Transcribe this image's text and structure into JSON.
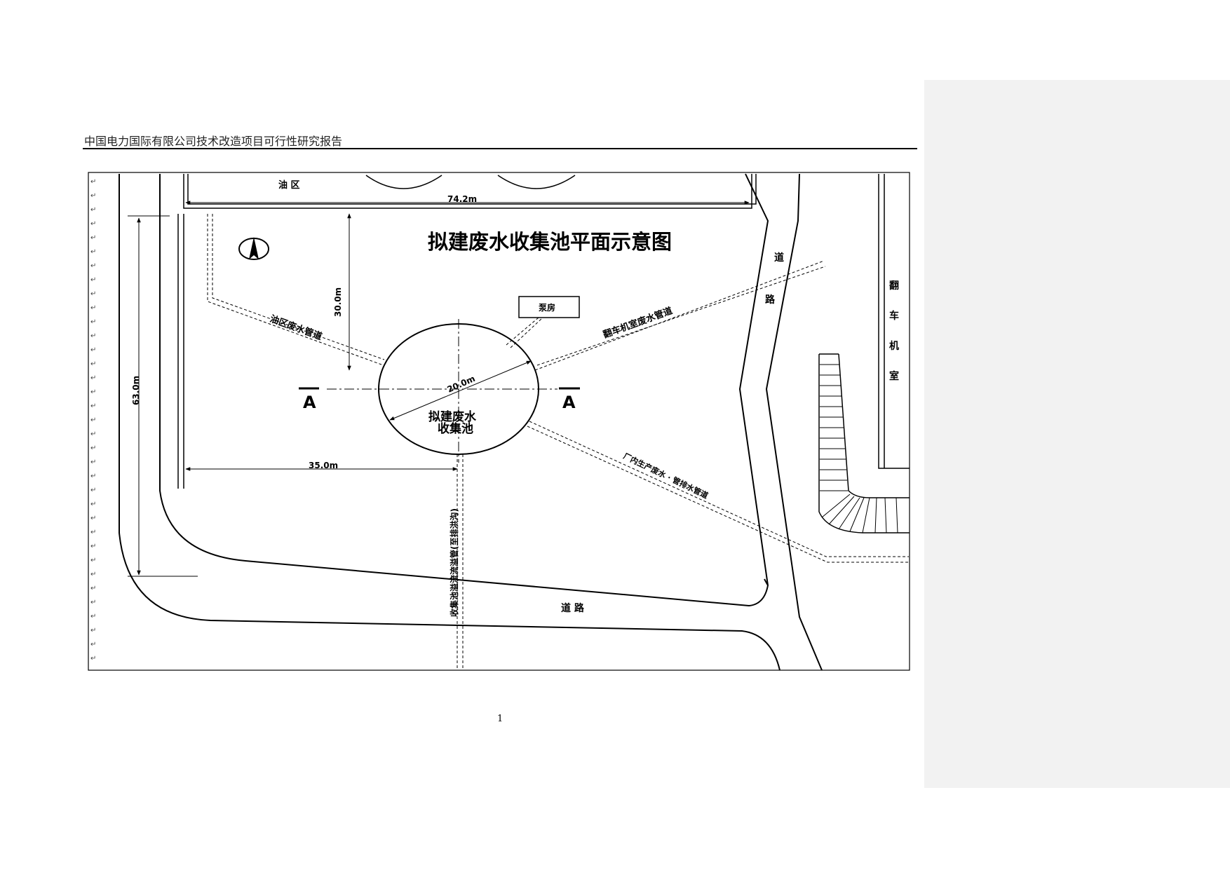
{
  "header": {
    "title": "中国电力国际有限公司技术改造项目可行性研究报告"
  },
  "page_number": "1",
  "diagram": {
    "title": "拟建废水收集池平面示意图",
    "labels": {
      "oil_area": "油 区",
      "road_right": "道 路",
      "road_bottom": "道 路",
      "car_dumper_room": "翻 车 机 室",
      "pump_house": "泵房",
      "pool": "拟建废水",
      "pool_line2": "收集池",
      "oil_pipe": "油区废水管道",
      "dumper_pipe": "翻车机室废水管道",
      "plant_pipe": "厂内生产废水 · 管排水管道",
      "overflow_pipe": "收集池溢流流溢管(至排洪沟)",
      "section_left": "A",
      "section_right": "A"
    },
    "dimensions": {
      "width_top": "74.2m",
      "height_30": "30.0m",
      "height_63": "63.0m",
      "distance_35": "35.0m",
      "diameter": "20.0m"
    }
  }
}
